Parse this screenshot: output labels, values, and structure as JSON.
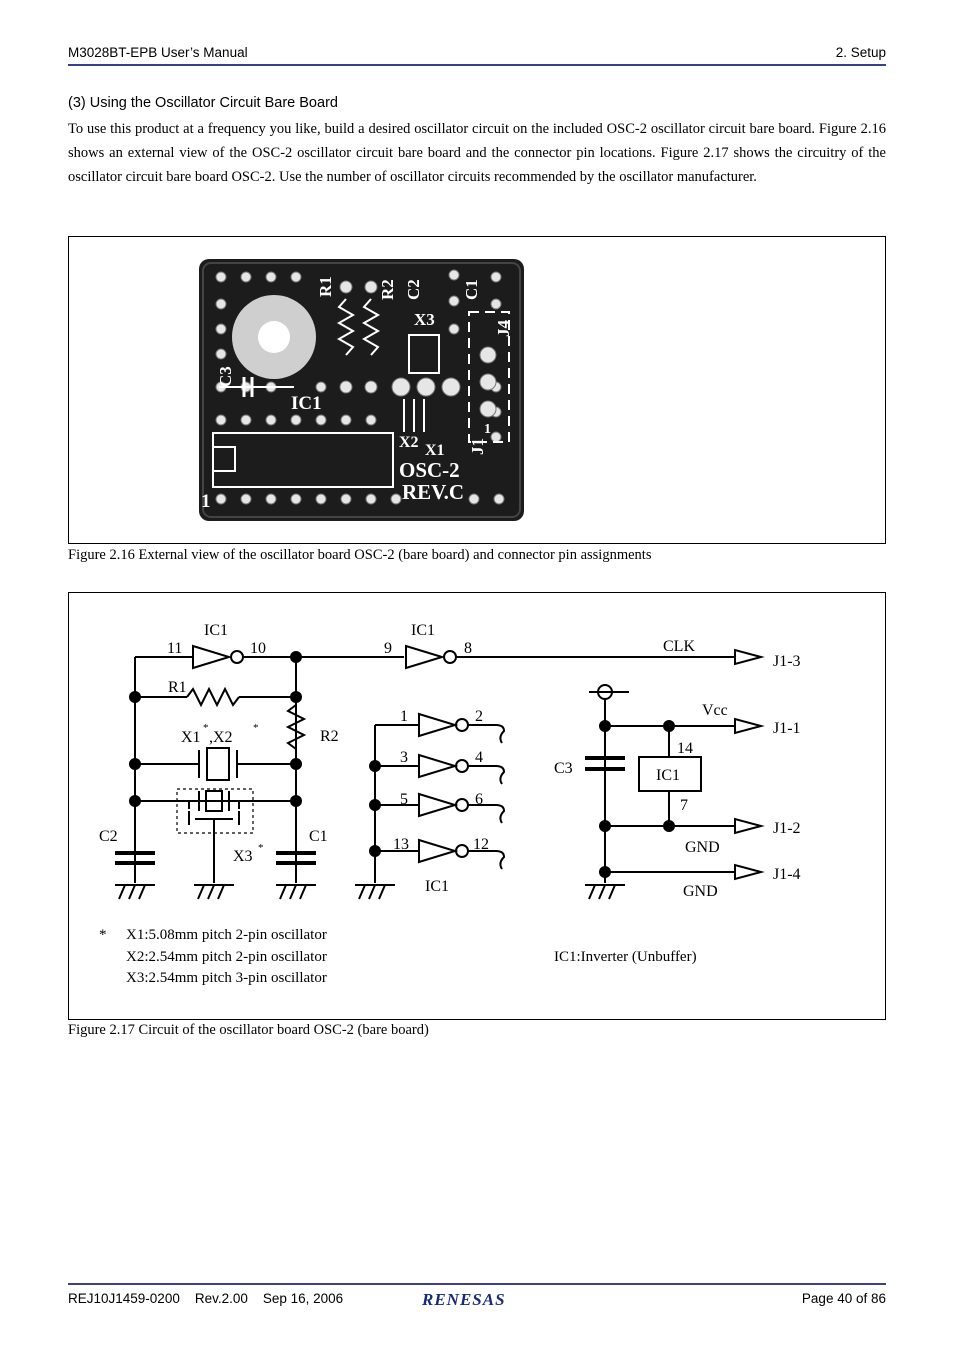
{
  "header": {
    "manual": "M3028BT-EPB User’s Manual",
    "section": "2. Setup"
  },
  "section_title": "(3) Using the Oscillator Circuit Bare Board",
  "body_text": "To use this product at a frequency you like, build a desired oscillator circuit on the included OSC-2 oscillator circuit bare board. Figure 2.16 shows an external view of the OSC-2 oscillator circuit bare board and the connector pin locations. Figure 2.17 shows the circuitry of the oscillator circuit bare board OSC-2. Use the number of oscillator circuits recommended by the oscillator manufacturer.",
  "figure16": {
    "caption": "Figure 2.16 External view of the oscillator board OSC-2 (bare board) and connector pin assignments",
    "silkscreen": {
      "r1": "R1",
      "r2": "R2",
      "c2": "C2",
      "c1": "C1",
      "x3": "X3",
      "j4": "J4",
      "c3": "C3",
      "ic1": "IC1",
      "x2": "X2",
      "x1": "X1",
      "j1": "J1",
      "one": "1",
      "pin1": "1",
      "osc": "OSC-2",
      "rev": "REV.C"
    }
  },
  "figure17": {
    "caption": "Figure 2.17 Circuit of the oscillator board OSC-2 (bare board)",
    "labels": {
      "ic1_a": "IC1",
      "pin11": "11",
      "pin10": "10",
      "ic1_b": "IC1",
      "pin9": "9",
      "pin8": "8",
      "clk": "CLK",
      "j1_3": "J1-3",
      "r1": "R1",
      "r2": "R2",
      "x1": "X1",
      "star": "*",
      "x2": ",X2",
      "c2": "C2",
      "c1": "C1",
      "x3": "X3",
      "p1": "1",
      "p2": "2",
      "p3": "3",
      "p4": "4",
      "p5": "5",
      "p6": "6",
      "p13": "13",
      "p12": "12",
      "ic1_c": "IC1",
      "c3": "C3",
      "vcc": "Vcc",
      "j1_1": "J1-1",
      "p14": "14",
      "ic1_box": "IC1",
      "p7": "7",
      "j1_2": "J1-2",
      "gnd1": "GND",
      "j1_4": "J1-4",
      "gnd2": "GND"
    },
    "notes": {
      "mark": "*",
      "n1": "X1:5.08mm pitch 2-pin oscillator",
      "n2": "X2:2.54mm pitch 2-pin oscillator",
      "n3": "X3:2.54mm pitch 3-pin oscillator",
      "ic": "IC1:Inverter (Unbuffer)"
    }
  },
  "footer": {
    "doc": "REJ10J1459-0200    Rev.2.00    Sep 16, 2006",
    "logo": "RENESAS",
    "page": "Page 40 of 86"
  },
  "colors": {
    "rule": "#3a3f8f",
    "board": "#1c1c1c",
    "silk": "#ffffff"
  }
}
